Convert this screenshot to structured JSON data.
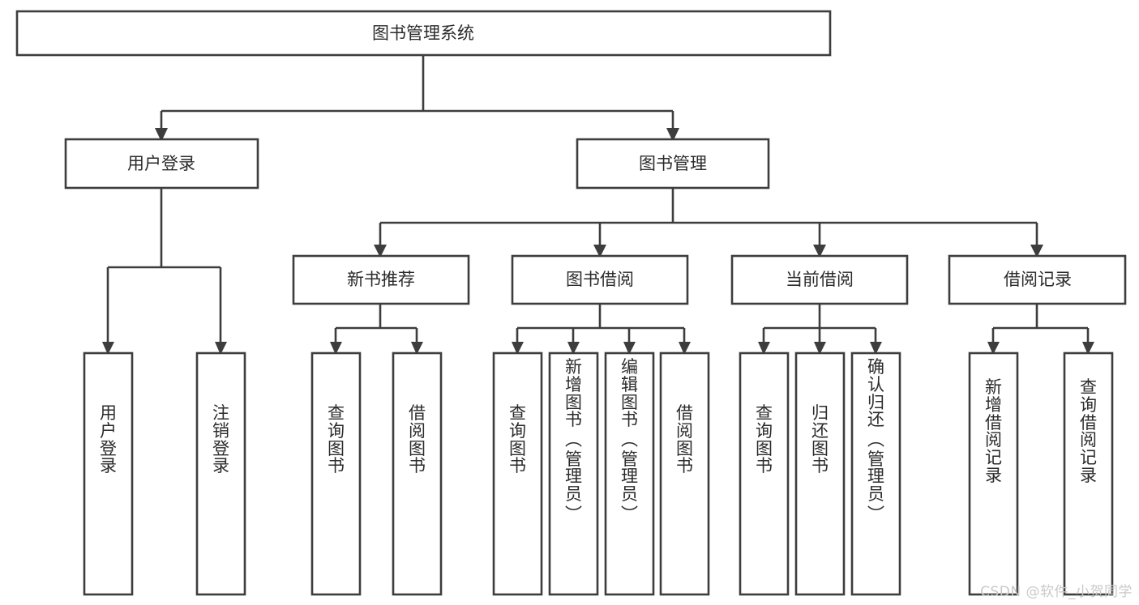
{
  "diagram": {
    "type": "tree",
    "title": "图书管理系统",
    "root": {
      "id": "root",
      "label": "图书管理系统",
      "orientation": "horizontal"
    },
    "level2": [
      {
        "id": "user-login",
        "label": "用户登录",
        "orientation": "horizontal"
      },
      {
        "id": "book-manage",
        "label": "图书管理",
        "orientation": "horizontal"
      }
    ],
    "level3": [
      {
        "id": "new-book-recommend",
        "label": "新书推荐",
        "orientation": "horizontal",
        "parent": "book-manage"
      },
      {
        "id": "book-borrow",
        "label": "图书借阅",
        "orientation": "horizontal",
        "parent": "book-manage"
      },
      {
        "id": "current-borrow",
        "label": "当前借阅",
        "orientation": "horizontal",
        "parent": "book-manage"
      },
      {
        "id": "borrow-record",
        "label": "借阅记录",
        "orientation": "horizontal",
        "parent": "book-manage"
      }
    ],
    "leaves": [
      {
        "id": "leaf-user-login",
        "label": "用户登录",
        "parent": "user-login",
        "orientation": "vertical"
      },
      {
        "id": "leaf-user-logout",
        "label": "注销登录",
        "parent": "user-login",
        "orientation": "vertical"
      },
      {
        "id": "leaf-query-book-1",
        "label": "查询图书",
        "parent": "new-book-recommend",
        "orientation": "vertical"
      },
      {
        "id": "leaf-borrow-book-1",
        "label": "借阅图书",
        "parent": "new-book-recommend",
        "orientation": "vertical"
      },
      {
        "id": "leaf-query-book-2",
        "label": "查询图书",
        "parent": "book-borrow",
        "orientation": "vertical"
      },
      {
        "id": "leaf-add-book",
        "label": "新增图书（管理员）",
        "parent": "book-borrow",
        "orientation": "vertical"
      },
      {
        "id": "leaf-edit-book",
        "label": "编辑图书（管理员）",
        "parent": "book-borrow",
        "orientation": "vertical"
      },
      {
        "id": "leaf-borrow-book-2",
        "label": "借阅图书",
        "parent": "book-borrow",
        "orientation": "vertical"
      },
      {
        "id": "leaf-query-book-3",
        "label": "查询图书",
        "parent": "current-borrow",
        "orientation": "vertical"
      },
      {
        "id": "leaf-return-book",
        "label": "归还图书",
        "parent": "current-borrow",
        "orientation": "vertical"
      },
      {
        "id": "leaf-confirm-return",
        "label": "确认归还（管理员）",
        "parent": "current-borrow",
        "orientation": "vertical"
      },
      {
        "id": "leaf-add-record",
        "label": "新增借阅记录",
        "parent": "borrow-record",
        "orientation": "vertical"
      },
      {
        "id": "leaf-query-record",
        "label": "查询借阅记录",
        "parent": "borrow-record",
        "orientation": "vertical"
      }
    ],
    "colors": {
      "stroke": "#3d3d3d",
      "fill": "#ffffff",
      "text": "#2b2b2b",
      "watermark": "#c9c9c9"
    }
  },
  "watermark": {
    "text": "CSDN @软件_小贺同学"
  }
}
